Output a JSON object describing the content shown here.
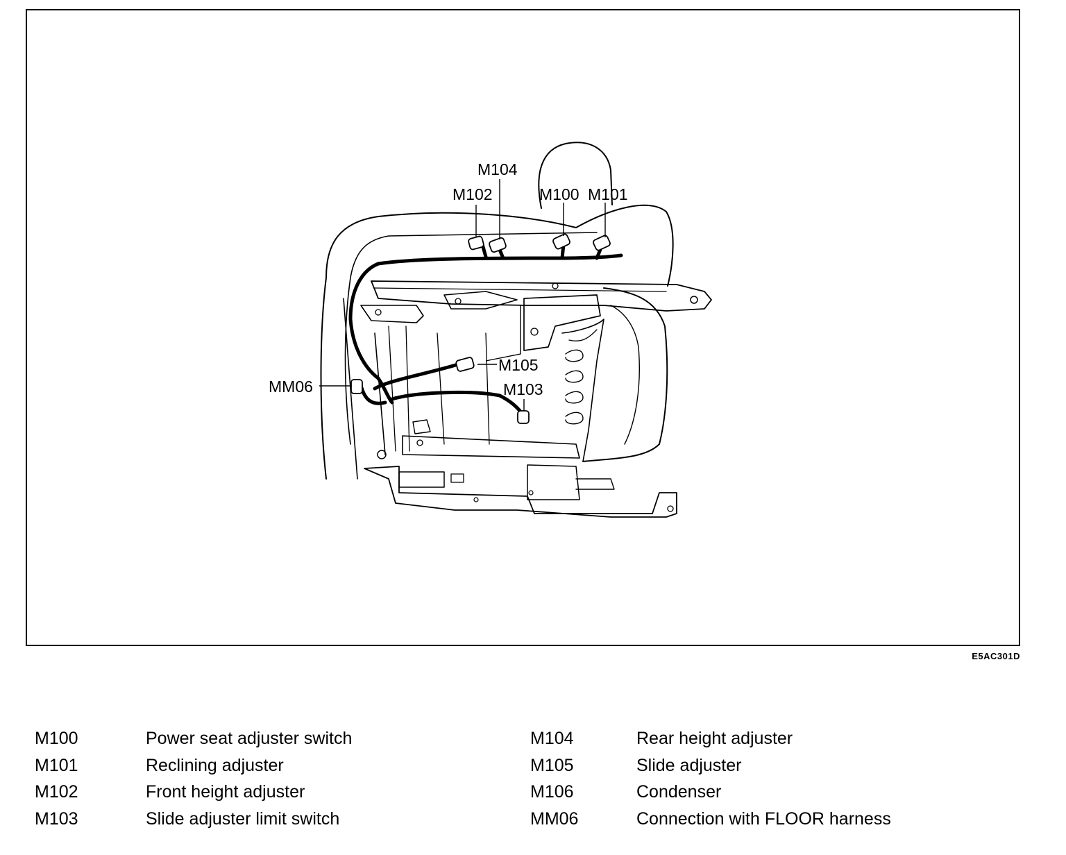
{
  "figure_id": "E5AC301D",
  "callouts": {
    "m104": "M104",
    "m102": "M102",
    "m100": "M100",
    "m101": "M101",
    "m105": "M105",
    "m103": "M103",
    "mm06": "MM06"
  },
  "legend": [
    {
      "code": "M100",
      "description": "Power seat adjuster switch"
    },
    {
      "code": "M101",
      "description": "Reclining adjuster"
    },
    {
      "code": "M102",
      "description": "Front height adjuster"
    },
    {
      "code": "M103",
      "description": "Slide adjuster limit switch"
    },
    {
      "code": "M104",
      "description": "Rear height adjuster"
    },
    {
      "code": "M105",
      "description": "Slide adjuster"
    },
    {
      "code": "M106",
      "description": "Condenser"
    },
    {
      "code": "MM06",
      "description": "Connection with FLOOR harness"
    }
  ]
}
